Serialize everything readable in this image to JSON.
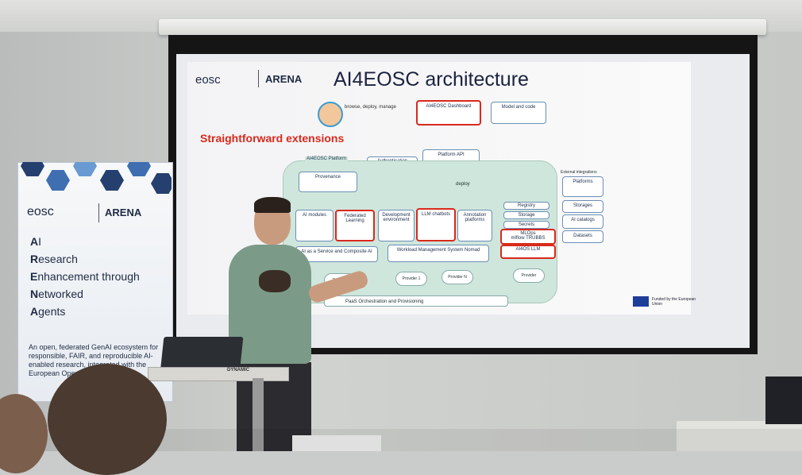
{
  "slide": {
    "logo_left": "eosc",
    "logo_right": "ARENA",
    "title": "AI4EOSC architecture",
    "highlight": "Straightforward extensions",
    "user_action": "browse, deploy, manage",
    "nodes": {
      "dashboard": "AI4EOSC Dashboard",
      "model_code": "Model and code",
      "platform_api": "Platform API",
      "authentication": "Authentication",
      "platform_label": "AI4EOSC Platform",
      "provenance": "Provenance",
      "deploy": "deploy",
      "ai_modules": "AI modules",
      "federated": "Federated Learning",
      "dev_env": "Development environment",
      "llm_chatbots": "LLM chatbots",
      "annotation": "Annotation platforms",
      "registry": "Registry",
      "storage": "Storage",
      "secrets": "Secrets",
      "mlops": "MLOps",
      "mlops_tools": "mlflow  TRUBBS",
      "ai4os_llm": "AI4OS LLM",
      "aaas": "AI as a Service and Composite AI",
      "wms": "Workload Management System",
      "nomad": "Nomad",
      "provider": "Provider",
      "provider_1": "Provider 1",
      "provider_n": "Provider N",
      "paas": "PaaS Orchestration and Provisioning",
      "external": "External integrations",
      "platforms": "Platforms",
      "storages": "Storages",
      "ai_catalogs": "AI catalogs",
      "datasets": "Datasets",
      "funded": "Funded by the European Union"
    }
  },
  "banner": {
    "logo_left": "eosc",
    "logo_right": "ARENA",
    "lines": [
      {
        "initial": "A",
        "rest": "I"
      },
      {
        "initial": "R",
        "rest": "esearch"
      },
      {
        "initial": "E",
        "rest": "nhancement through"
      },
      {
        "initial": "N",
        "rest": "etworked"
      },
      {
        "initial": "A",
        "rest": "gents"
      }
    ],
    "description": "An open, federated GenAI ecosystem for responsible, FAIR, and reproducible AI-enabled research, integrated with the European Open Science Cloud"
  },
  "podium": {
    "label": "DYNAMIC"
  },
  "colors": {
    "highlight": "#d9291c",
    "title": "#1b2240",
    "platform_bg": "#cfe6dc",
    "shirt": "#7c9a88"
  }
}
